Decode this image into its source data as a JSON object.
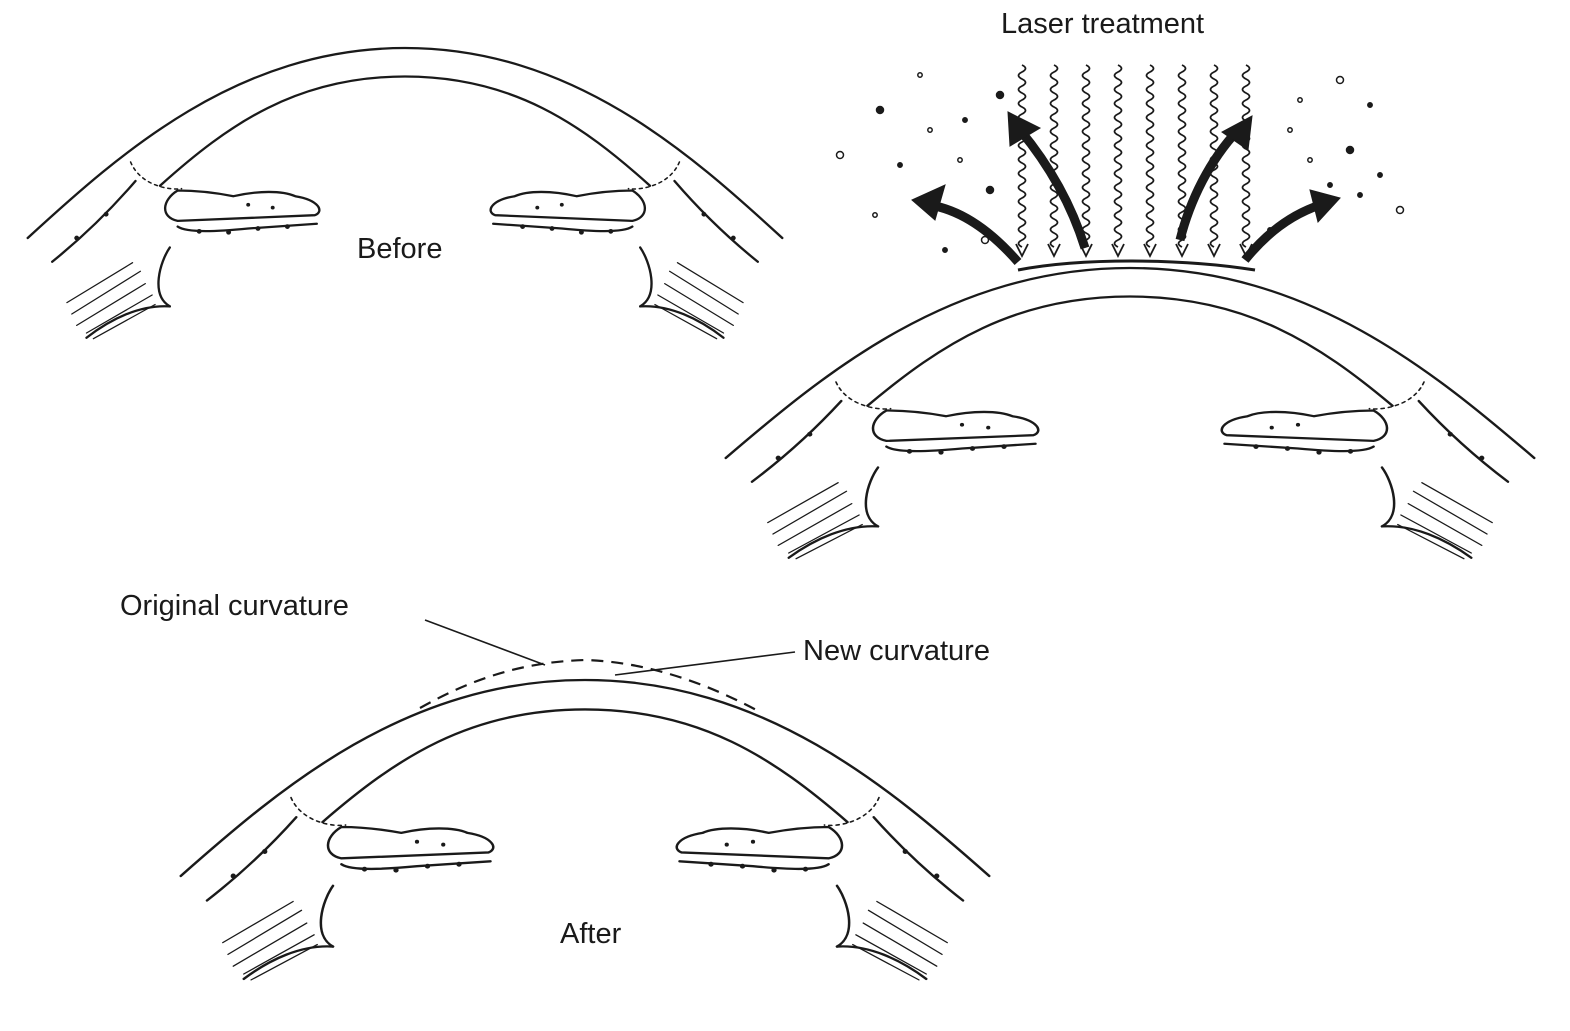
{
  "labels": {
    "before": "Before",
    "laser": "Laser treatment",
    "original_curvature": "Original curvature",
    "new_curvature": "New curvature",
    "after": "After"
  },
  "colors": {
    "ink": "#1a1a1a",
    "background": "#ffffff"
  }
}
